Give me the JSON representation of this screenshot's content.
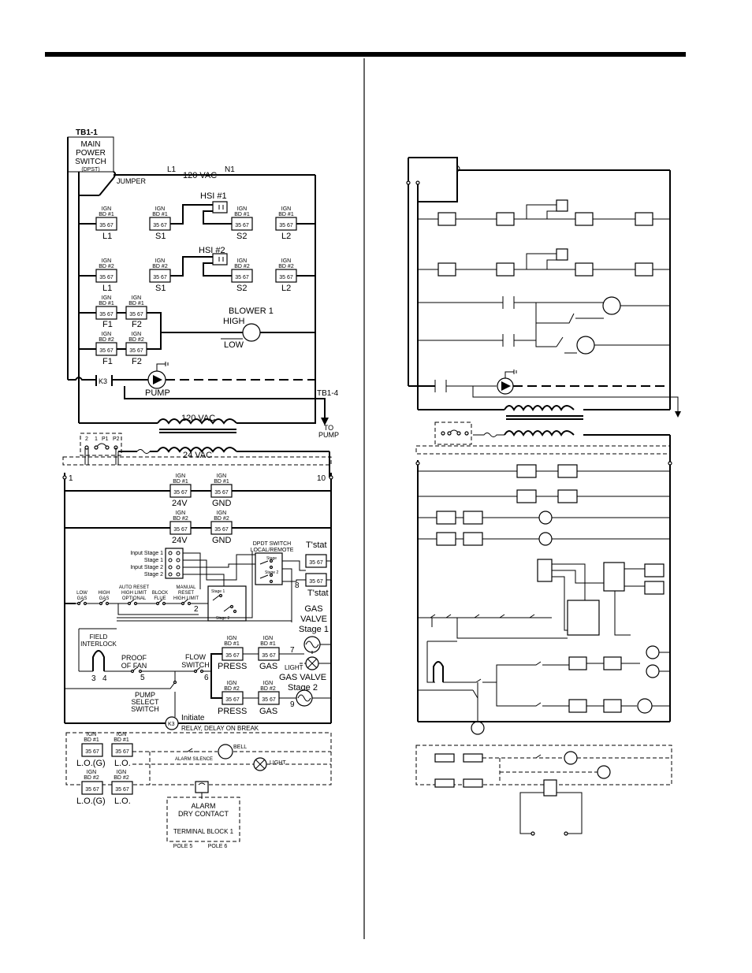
{
  "left": {
    "tb1_1": "TB1-1",
    "main_switch": [
      "MAIN",
      "POWER",
      "SWITCH",
      "(DPST)"
    ],
    "jumper": "JUMPER",
    "l1": "L1",
    "vac_120": "120 VAC",
    "n1": "N1",
    "ign_bd1": [
      "IGN",
      "BD #1"
    ],
    "ign_bd2": [
      "IGN",
      "BD #2"
    ],
    "pins": "35 67",
    "hsi1": "HSI #1",
    "hsi2": "HSI #2",
    "lbl_L1": "L1",
    "lbl_S1": "S1",
    "lbl_S2": "S2",
    "lbl_L2": "L2",
    "lbl_F1": "F1",
    "lbl_F2": "F2",
    "blower1": "BLOWER 1",
    "high": "HIGH",
    "low": "LOW",
    "k3": "K3",
    "pump": "PUMP",
    "tb1_4": "TB1-4",
    "to_pump": [
      "TO",
      "PUMP"
    ],
    "vac_120b": "120 VAC",
    "vac_24": "24 VAC",
    "p1": "P1",
    "p2": "P2",
    "n2": "2",
    "n1_small": "1",
    "term_1": "1",
    "term_10": "10",
    "lbl_24V": "24V",
    "lbl_GND": "GND",
    "input_stages": [
      "Input Stage 1",
      "Stage 1",
      "Input Stage 2",
      "Stage 2"
    ],
    "dpdt": [
      "DPDT SWITCH",
      "LOCAL/REMOTE"
    ],
    "stage": "Stage",
    "stage2": "Stage 2",
    "stage1_small": "Stage 1",
    "tstat": "T'stat",
    "num8": "8",
    "num2": "2",
    "low_gas": [
      "LOW",
      "GAS"
    ],
    "high_gas": [
      "HIGH",
      "GAS"
    ],
    "auto_reset": [
      "AUTO RESET",
      "HIGH LIMIT",
      "OPTIONAL"
    ],
    "block_flue": [
      "BLOCK",
      "FLUE"
    ],
    "manual_reset": [
      "MANUAL",
      "RESET",
      "HIGH LIMIT"
    ],
    "gas_valve": [
      "GAS",
      "VALVE",
      "Stage 1"
    ],
    "field_interlock": [
      "FIELD",
      "INTERLOCK"
    ],
    "proof_fan": [
      "PROOF",
      "OF FAN"
    ],
    "flow_switch": [
      "FLOW",
      "SWITCH"
    ],
    "press": "PRESS",
    "gas": "GAS",
    "num3": "3",
    "num4": "4",
    "num5": "5",
    "num6": "6",
    "num7": "7",
    "num9": "9",
    "light": "LIGHT",
    "gas_valve2": [
      "GAS VALVE",
      "Stage 2"
    ],
    "pump_select": [
      "PUMP",
      "SELECT",
      "SWITCH"
    ],
    "initiate": "Initiate",
    "relay": "RELAY, DELAY ON BREAK",
    "k3b": "K3",
    "lo_g": "L.O.(G)",
    "lo": "L.O.",
    "alarm_silence": "ALARM SILENCE",
    "bell": "BELL",
    "light2": "LIGHT",
    "alarm": [
      "ALARM",
      "DRY CONTACT"
    ],
    "terminal_block": "TERMINAL BLOCK 1",
    "pole5": "POLE 5",
    "pole6": "POLE 6"
  }
}
